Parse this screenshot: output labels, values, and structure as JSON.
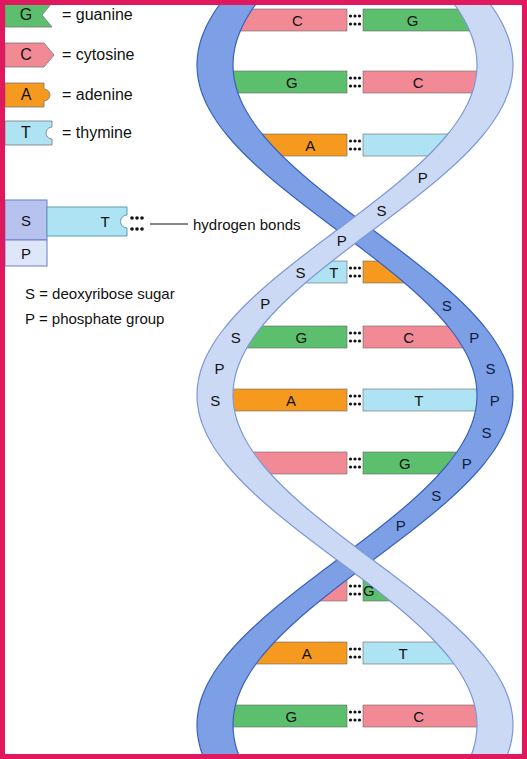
{
  "diagram": {
    "labels": [
      "G",
      "C",
      "A",
      "T",
      "S",
      "T",
      "P",
      "hydrogen bonds",
      "S = deoxyribose sugar",
      "P = phosphate group",
      "C",
      "G",
      "G",
      "C",
      "A",
      "P",
      "S",
      "P",
      "S",
      "P",
      "S",
      "P",
      "S",
      "T",
      "G",
      "C",
      "A",
      "T",
      "G",
      "S",
      "P",
      "S",
      "P",
      "S",
      "P",
      "S",
      "P",
      "G",
      "A",
      "T",
      "G",
      "C"
    ],
    "legend": [
      {
        "text": "= guanine",
        "color": "#5cbf6e"
      },
      {
        "text": "= cytosine",
        "color": "#f28a96"
      },
      {
        "text": "= adenine",
        "color": "#f59a1e"
      },
      {
        "text": "= thymine",
        "color": "#aee3f3"
      }
    ]
  }
}
